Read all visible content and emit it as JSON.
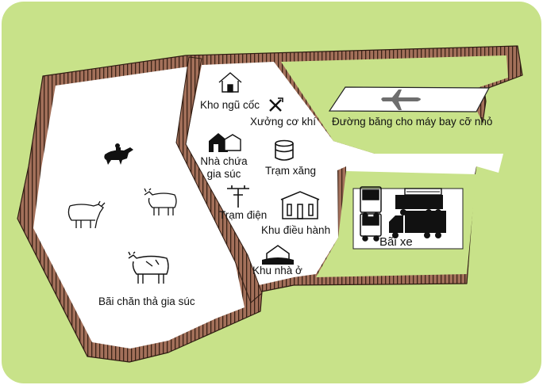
{
  "colors": {
    "background": "#c8e289",
    "fence": "#9b6b52",
    "fence_stripe": "#3a2418",
    "land": "#ffffff",
    "ink": "#111111"
  },
  "labels": {
    "grain_store": "Kho ngũ cốc",
    "workshop": "Xưởng cơ khí",
    "livestock_house_line1": "Nhà chứa",
    "livestock_house_line2": "gia súc",
    "fuel_station": "Trạm xăng",
    "power_station": "Trạm điện",
    "admin_area": "Khu điều hành",
    "housing_area": "Khu nhà ở",
    "runway": "Đường băng cho máy bay cỡ nhỏ",
    "parking": "Bãi xe",
    "pasture": "Bãi chăn thả gia súc"
  },
  "icons": {
    "grain_store": "house-icon",
    "workshop": "tools-icon",
    "livestock_house": "barn-icon",
    "fuel_station": "fuel-tank-icon",
    "power_station": "power-pole-icon",
    "admin_area": "admin-building-icon",
    "housing_area": "flooded-house-icon",
    "runway": "airplane-icon",
    "parking": [
      "bus-icon",
      "fire-truck-icon",
      "truck-icon"
    ],
    "pasture": [
      "horse-rider-icon",
      "cow-icon"
    ]
  }
}
